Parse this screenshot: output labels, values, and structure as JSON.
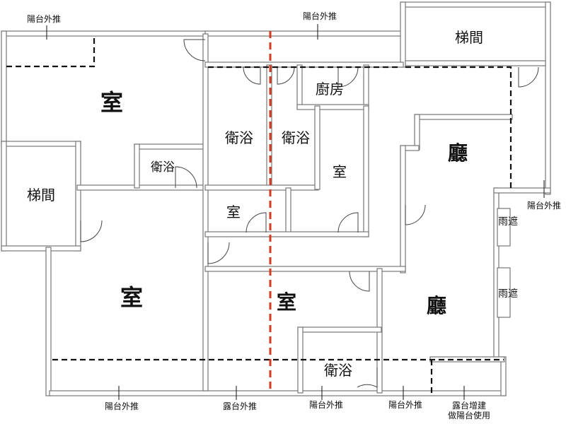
{
  "labels": {
    "room_top_left": "室",
    "stair_left": "梯間",
    "room_left_big": "室",
    "bath_small": "衛浴",
    "bath_center_left": "衛浴",
    "bath_center_right": "衛浴",
    "kitchen": "廚房",
    "room_center_small": "室",
    "room_center_right": "室",
    "room_center_bottom": "室",
    "bath_bottom": "衛浴",
    "stair_top_right": "梯間",
    "hall_top": "廳",
    "hall_bottom": "廳",
    "canopy_top": "雨遮",
    "canopy_bottom": "雨遮"
  },
  "notes": {
    "balcony_top_left": "陽台外推",
    "balcony_top_center": "陽台外推",
    "balcony_right": "陽台外推",
    "balcony_bottom_left": "陽台外推",
    "terrace_bottom": "露台外推",
    "balcony_bottom_center": "陽台外推",
    "balcony_bottom_right": "陽台外推",
    "terrace_extension_line1": "露台增建",
    "terrace_extension_line2": "做陽台使用"
  },
  "colors": {
    "wall": "#888888",
    "wall_fill": "#ffffff",
    "dash": "#111111",
    "axis_red": "#d9381e"
  }
}
